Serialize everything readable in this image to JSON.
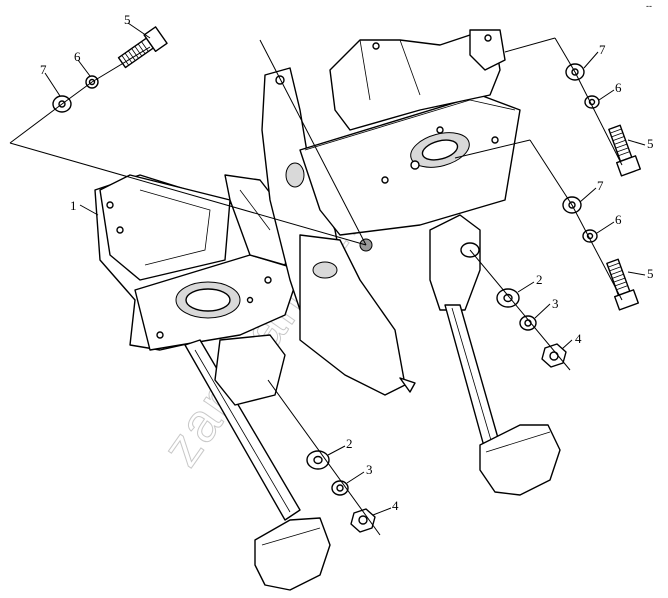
{
  "drawing": {
    "corner_mark": "--",
    "watermark": "zap-kamaz.ru",
    "callouts": [
      {
        "label": "1"
      },
      {
        "label": "2"
      },
      {
        "label": "2"
      },
      {
        "label": "3"
      },
      {
        "label": "3"
      },
      {
        "label": "4"
      },
      {
        "label": "4"
      },
      {
        "label": "5"
      },
      {
        "label": "5"
      },
      {
        "label": "5"
      },
      {
        "label": "6"
      },
      {
        "label": "6"
      },
      {
        "label": "6"
      },
      {
        "label": "7"
      },
      {
        "label": "7"
      },
      {
        "label": "7"
      }
    ]
  }
}
